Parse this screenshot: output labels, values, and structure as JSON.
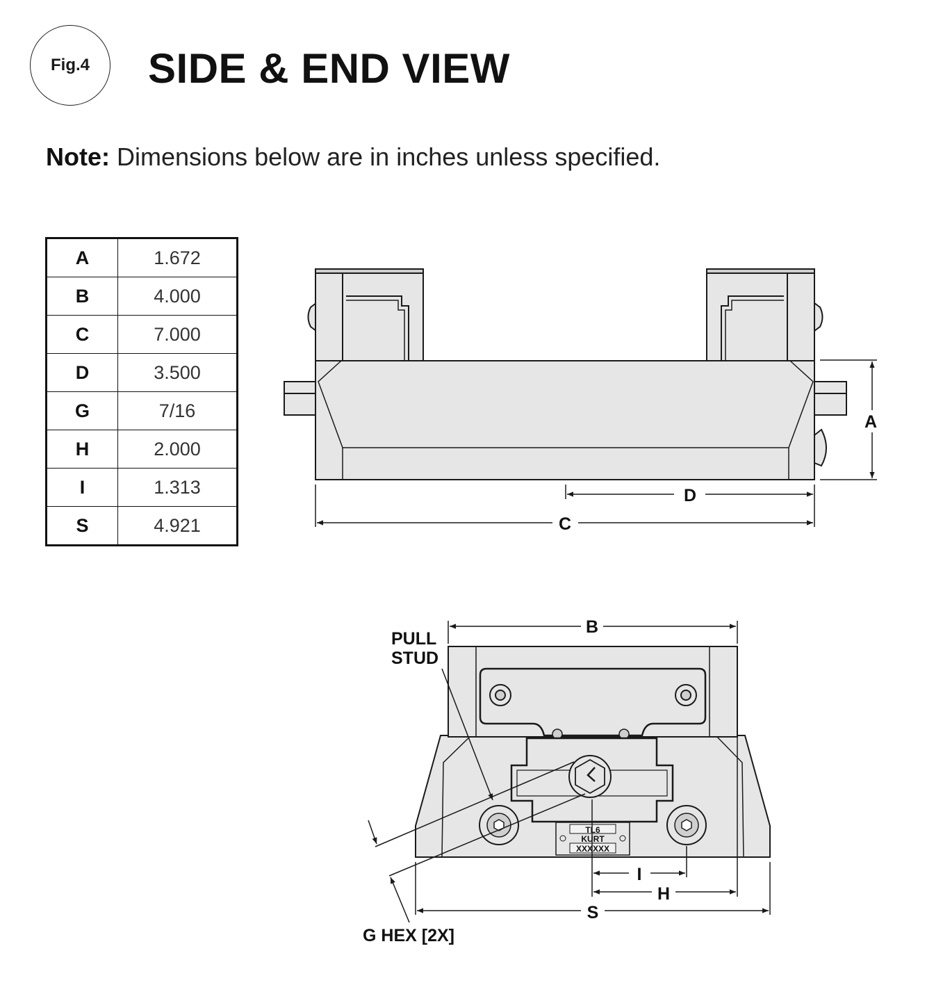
{
  "figure_badge": "Fig.4",
  "title": "SIDE & END VIEW",
  "note": {
    "label": "Note:",
    "text": "Dimensions below are in inches unless specified."
  },
  "dimensions_table": [
    {
      "key": "A",
      "value": "1.672"
    },
    {
      "key": "B",
      "value": "4.000"
    },
    {
      "key": "C",
      "value": "7.000"
    },
    {
      "key": "D",
      "value": "3.500"
    },
    {
      "key": "G",
      "value": "7/16"
    },
    {
      "key": "H",
      "value": "2.000"
    },
    {
      "key": "I",
      "value": "1.313"
    },
    {
      "key": "S",
      "value": "4.921"
    }
  ],
  "side_view": {
    "dim_labels": {
      "A": "A",
      "C": "C",
      "D": "D"
    }
  },
  "end_view": {
    "dim_labels": {
      "B": "B",
      "H": "H",
      "I": "I",
      "S": "S"
    },
    "callouts": {
      "pull_stud_line1": "PULL",
      "pull_stud_line2": "STUD",
      "g_hex": "G HEX [2X]"
    },
    "plate": {
      "model": "TL6",
      "brand": "KURT",
      "serial": "XXXXXX"
    }
  },
  "colors": {
    "part_fill": "#e6e6e6",
    "line": "#1a1a1a"
  }
}
